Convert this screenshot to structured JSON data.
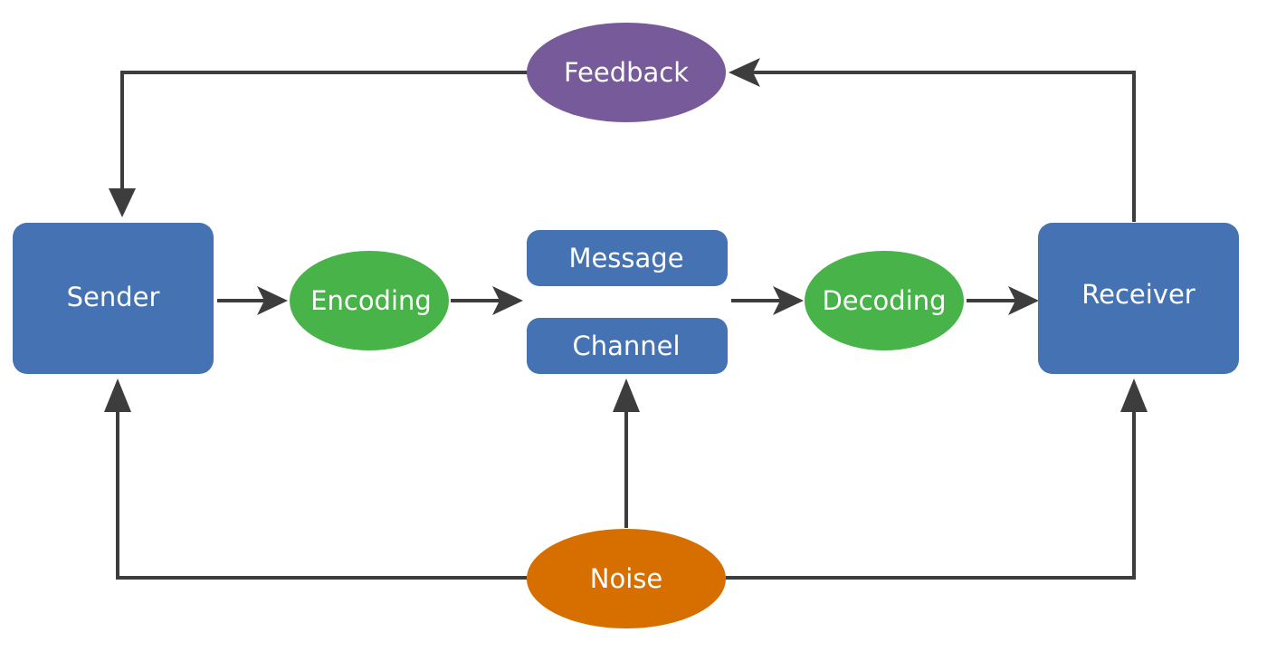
{
  "colors": {
    "box": "#4472b3",
    "process": "#47b348",
    "feedback": "#775a99",
    "noise": "#d66f00",
    "arrow": "#3d3d3d",
    "text": "#ffffff"
  },
  "nodes": {
    "sender": "Sender",
    "encoding": "Encoding",
    "message": "Message",
    "channel": "Channel",
    "decoding": "Decoding",
    "receiver": "Receiver",
    "feedback": "Feedback",
    "noise": "Noise"
  }
}
